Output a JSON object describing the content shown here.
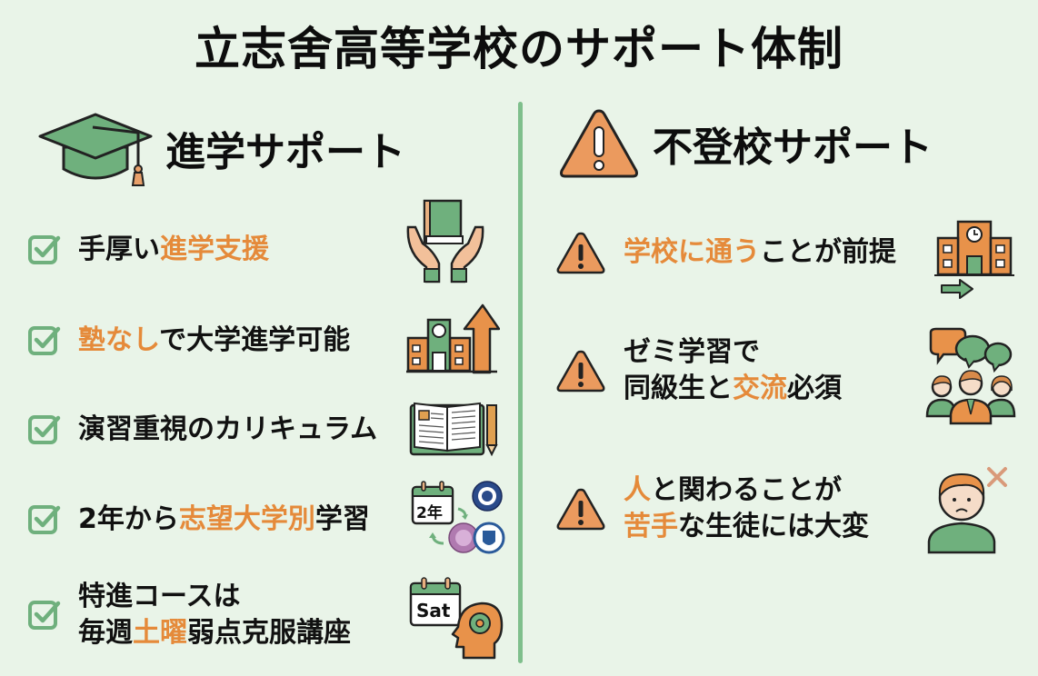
{
  "title": "立志舍高等学校のサポート体制",
  "colors": {
    "background": "#e9f4e8",
    "accent_green": "#6fb07d",
    "accent_orange": "#e58a3a",
    "text": "#111111",
    "divider": "#7fbf8c"
  },
  "left": {
    "heading": "進学サポート",
    "heading_icon": "graduation-cap-icon",
    "items": [
      {
        "parts": [
          {
            "text": "手厚い",
            "hl": false
          },
          {
            "text": "進学支援",
            "hl": true
          }
        ],
        "icon": "hands-holding-book-icon"
      },
      {
        "parts": [
          {
            "text": "塾なし",
            "hl": true
          },
          {
            "text": "で大学進学可能",
            "hl": false
          }
        ],
        "icon": "school-growth-arrow-icon"
      },
      {
        "parts": [
          {
            "text": "演習重視のカリキュラム",
            "hl": false
          }
        ],
        "icon": "open-book-pencil-icon"
      },
      {
        "parts": [
          {
            "text": "2年から",
            "hl": false
          },
          {
            "text": "志望大学別",
            "hl": true
          },
          {
            "text": "学習",
            "hl": false
          }
        ],
        "icon": "calendar-university-seals-icon",
        "icon_label": "2年"
      },
      {
        "lines": [
          [
            {
              "text": "特進コースは",
              "hl": false
            }
          ],
          [
            {
              "text": "毎週",
              "hl": false
            },
            {
              "text": "土曜",
              "hl": true
            },
            {
              "text": "弱点克服講座",
              "hl": false
            }
          ]
        ],
        "icon": "saturday-calendar-head-gear-icon",
        "icon_label": "Sat"
      }
    ]
  },
  "right": {
    "heading": "不登校サポート",
    "heading_icon": "warning-triangle-icon",
    "items": [
      {
        "parts": [
          {
            "text": "学校に通う",
            "hl": true
          },
          {
            "text": "ことが前提",
            "hl": false
          }
        ],
        "icon": "school-building-arrow-icon"
      },
      {
        "lines": [
          [
            {
              "text": "ゼミ学習で",
              "hl": false
            }
          ],
          [
            {
              "text": "同級生と",
              "hl": false
            },
            {
              "text": "交流",
              "hl": true
            },
            {
              "text": "必須",
              "hl": false
            }
          ]
        ],
        "icon": "group-discussion-icon"
      },
      {
        "lines": [
          [
            {
              "text": "人",
              "hl": true
            },
            {
              "text": "と関わることが",
              "hl": false
            }
          ],
          [
            {
              "text": "苦手",
              "hl": true
            },
            {
              "text": "な生徒には大変",
              "hl": false
            }
          ]
        ],
        "icon": "worried-student-icon"
      }
    ]
  }
}
